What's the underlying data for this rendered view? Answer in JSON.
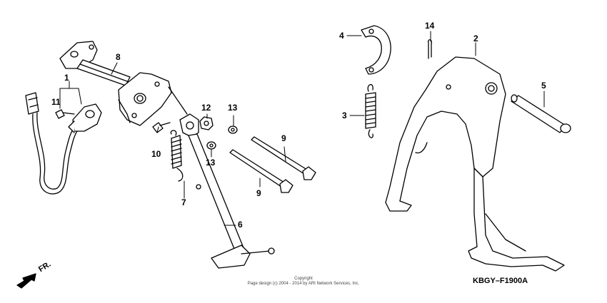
{
  "callouts": {
    "c1": "1",
    "c2": "2",
    "c3": "3",
    "c4": "4",
    "c5": "5",
    "c6": "6",
    "c7": "7",
    "c8": "8",
    "c9a": "9",
    "c9b": "9",
    "c10": "10",
    "c11": "11",
    "c12": "12",
    "c13a": "13",
    "c13b": "13",
    "c14": "14"
  },
  "direction_label": "FR.",
  "figure_code": "KBGY–F1900A",
  "copyright": {
    "line1": "Copyright",
    "line2": "Page design (c) 2004 - 2014 by ARI Network Services, Inc."
  },
  "colors": {
    "line": "#000000",
    "fill": "#ffffff"
  }
}
